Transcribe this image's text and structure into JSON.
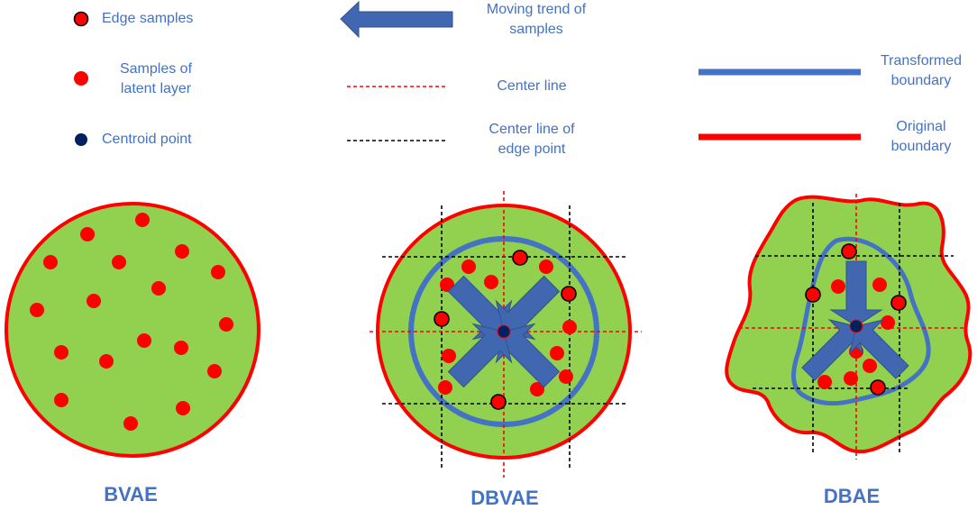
{
  "legend": {
    "edge_samples": "Edge samples",
    "samples_latent_line1": "Samples of",
    "samples_latent_line2": "latent layer",
    "centroid_point": "Centroid point",
    "moving_trend_line1": "Moving trend of",
    "moving_trend_line2": "samples",
    "center_line": "Center line",
    "center_line_edge_line1": "Center line of",
    "center_line_edge_line2": "edge point",
    "transformed_line1": "Transformed",
    "transformed_line2": "boundary",
    "original_line1": "Original",
    "original_line2": "boundary"
  },
  "panels": {
    "bvae": "BVAE",
    "dbvae": "DBVAE",
    "dbae": "DBAE"
  },
  "colors": {
    "fill_green": "#92d050",
    "boundary_red": "#ff0000",
    "transformed_blue": "#4472c4",
    "arrow_blue": "#4167b1",
    "centroid_navy": "#002060",
    "label_blue": "#4472c4"
  }
}
